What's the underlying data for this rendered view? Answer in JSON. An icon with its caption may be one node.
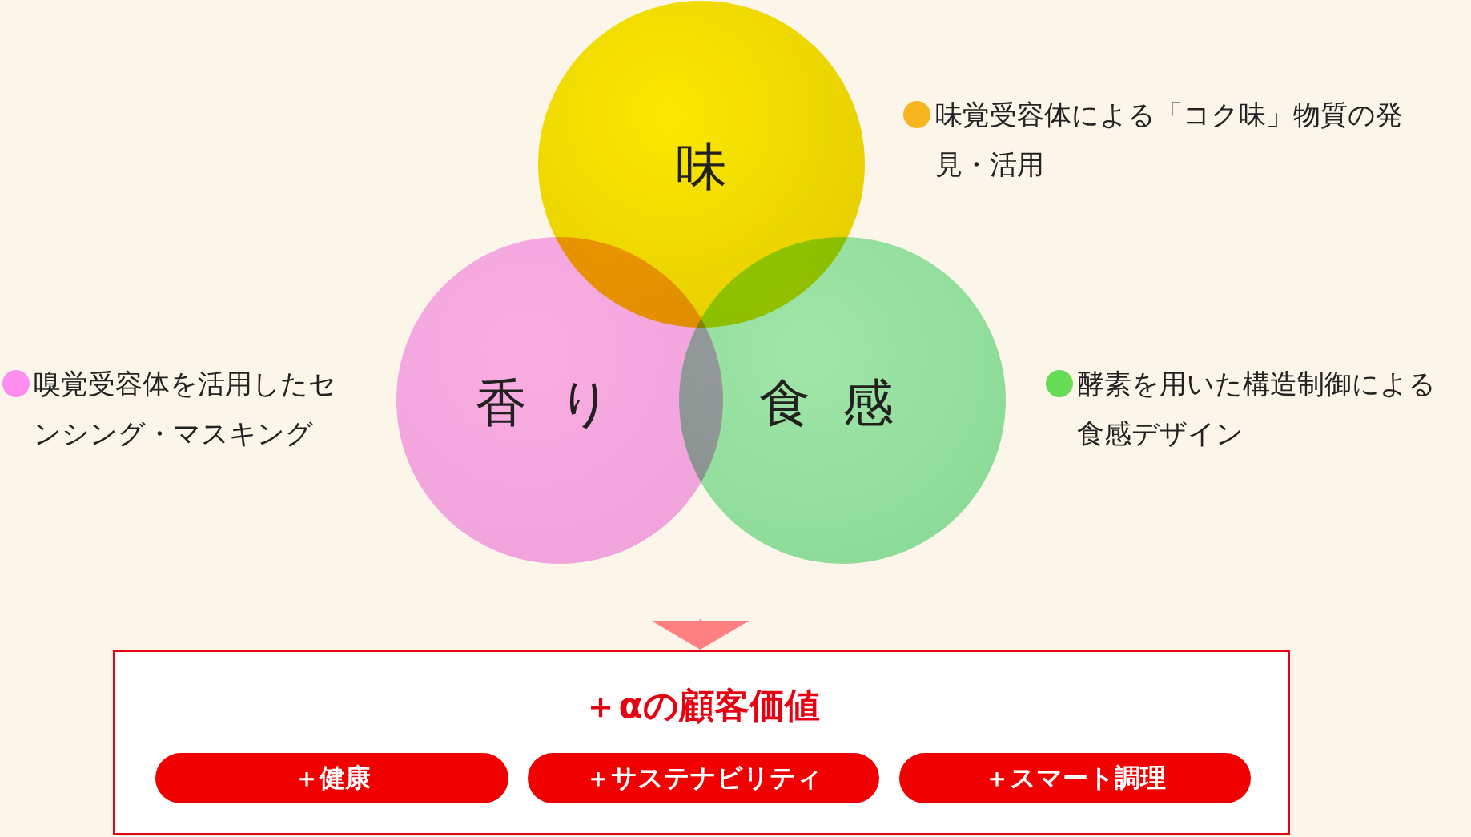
{
  "diagram": {
    "nodes": [
      {
        "text": [
          "味"
        ]
      },
      {
        "text": [
          "香り"
        ]
      },
      {
        "text": [
          "食感"
        ]
      },
      {
        "text": [
          "＋αの顧客価値"
        ]
      },
      {
        "text": [
          "＋健康"
        ],
        "in": 3
      },
      {
        "text": [
          "＋サステナビリティ"
        ],
        "in": 3
      },
      {
        "text": [
          "＋スマート調理"
        ],
        "in": 3
      }
    ],
    "edges": [
      {
        "from": null,
        "to": 3,
        "arrow": "to",
        "color": "#ff8080"
      }
    ],
    "legend": [
      {
        "text": "味覚受容体による「コク味」物質の発見・活用",
        "color": "#f7b520"
      },
      {
        "text": "嗅覚受容体を活用したセンシング・マスキング",
        "color": "#ff8ef0"
      },
      {
        "text": "酵素を用いた構造制御による食感デザイン",
        "color": "#66dd55"
      }
    ]
  }
}
